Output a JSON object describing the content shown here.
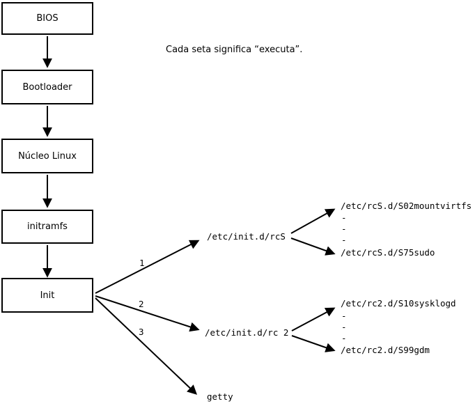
{
  "annotation": "Cada seta significa “executa”.",
  "boot_chain": [
    "BIOS",
    "Bootloader",
    "Núcleo Linux",
    "initramfs",
    "Init"
  ],
  "branches": [
    {
      "number": "1",
      "target": "/etc/init.d/rcS",
      "first_child": "/etc/rcS.d/S02mountvirtfs",
      "dots": [
        "-",
        "-",
        "-"
      ],
      "last_child": "/etc/rcS.d/S75sudo"
    },
    {
      "number": "2",
      "target": "/etc/init.d/rc 2",
      "first_child": "/etc/rc2.d/S10sysklogd",
      "dots": [
        "-",
        "-",
        "-"
      ],
      "last_child": "/etc/rc2.d/S99gdm"
    },
    {
      "number": "3",
      "target": "getty"
    }
  ],
  "colors": {
    "line": "#000000",
    "background": "#ffffff"
  }
}
